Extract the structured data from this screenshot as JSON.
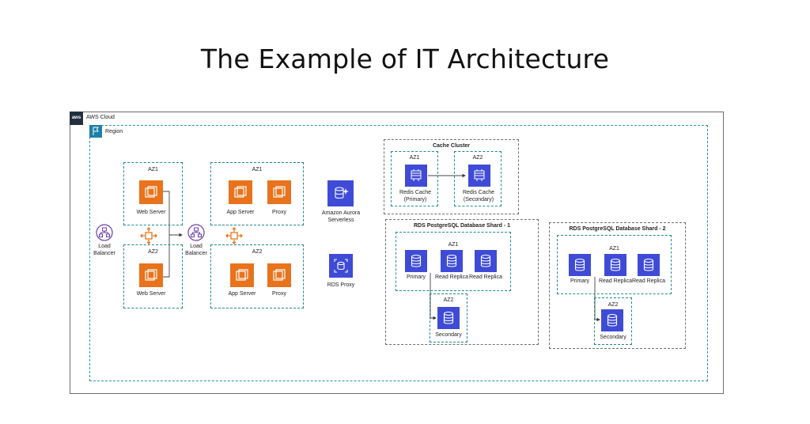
{
  "title": "The Example of IT Architecture",
  "cloud": {
    "badge": "aws",
    "label": "AWS Cloud"
  },
  "region": {
    "label": "Region"
  },
  "load_balancer": "Load\nBalancer",
  "az1": "AZ1",
  "az2": "AZ2",
  "web_server": "Web Server",
  "app_server": "App Server",
  "proxy": "Proxy",
  "aurora": "Amazon Aurora\nServerless",
  "rds_proxy": "RDS Proxy",
  "cache_cluster": {
    "title": "Cache Cluster",
    "primary": "Redis Cache\n(Primary)",
    "secondary": "Redis Cache\n(Secondary)"
  },
  "shard1": {
    "title": "RDS PostgreSQL Database Shard - 1"
  },
  "shard2": {
    "title": "RDS PostgreSQL Database Shard - 2"
  },
  "primary": "Primary",
  "read_replica": "Read Replica",
  "secondary": "Secondary",
  "colors": {
    "compute": "#e8731c",
    "database": "#3f4bd6",
    "az_border": "#1f8a8a",
    "region_border": "#2a8fb5"
  }
}
